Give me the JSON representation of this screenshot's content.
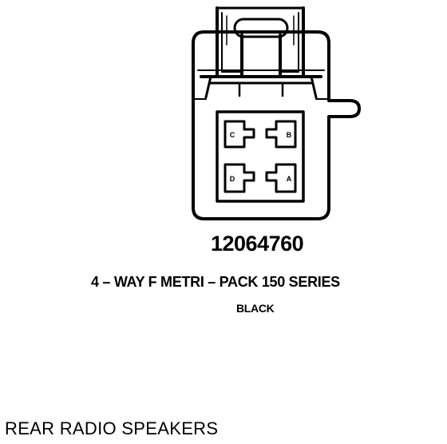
{
  "connector": {
    "part_number": "12064760",
    "description": "4 – WAY F METRI – PACK 150 SERIES",
    "color": "BLACK",
    "pins": {
      "c": "C",
      "b": "B",
      "d": "D",
      "a": "A"
    }
  },
  "caption": "REAR RADIO SPEAKERS",
  "colors": {
    "ink": "#000000",
    "paper": "#ffffff"
  }
}
